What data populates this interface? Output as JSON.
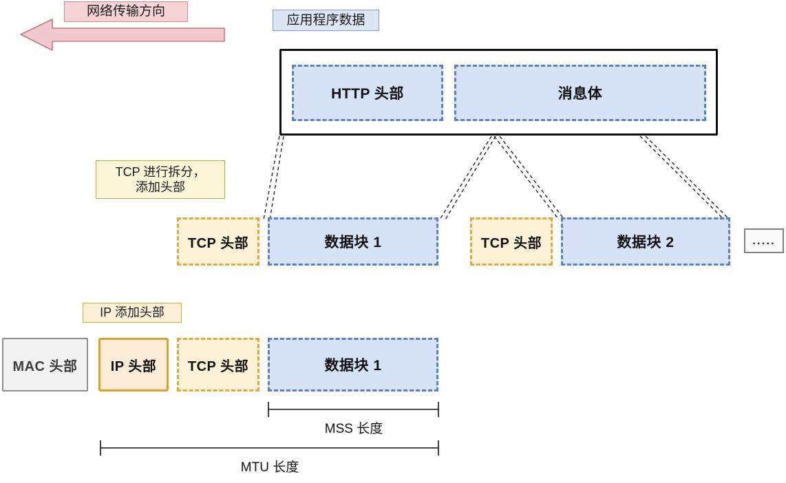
{
  "annotations": {
    "transmission_direction": "网络传输方向",
    "application_data": "应用程序数据",
    "tcp_split": "TCP 进行拆分，\n添加头部",
    "ip_add_header": "IP 添加头部"
  },
  "application_layer": {
    "http_header": "HTTP 头部",
    "message_body": "消息体"
  },
  "transport_layer": {
    "tcp_header_1": "TCP 头部",
    "data_block_1": "数据块 1",
    "tcp_header_2": "TCP 头部",
    "data_block_2": "数据块 2",
    "ellipsis": "....."
  },
  "network_layer": {
    "mac_header": "MAC 头部",
    "ip_header": "IP 头部",
    "tcp_header": "TCP 头部",
    "data_block": "数据块 1"
  },
  "measures": {
    "mss": "MSS 长度",
    "mtu": "MTU 长度"
  },
  "colors": {
    "arrow_fill": "#f2c9cc",
    "arrow_stroke": "#c4777d",
    "blue_fill": "#d6e3f7",
    "blue_stroke": "#5b82bf",
    "yellow_fill": "#fdf2d5",
    "yellow_stroke": "#dcab3c",
    "ip_fill": "#fbebd7",
    "ip_stroke": "#d9a328",
    "mac_fill": "#f2f2f2",
    "mac_stroke": "#8c8c8c",
    "outer_stroke": "#0d0d0d"
  }
}
